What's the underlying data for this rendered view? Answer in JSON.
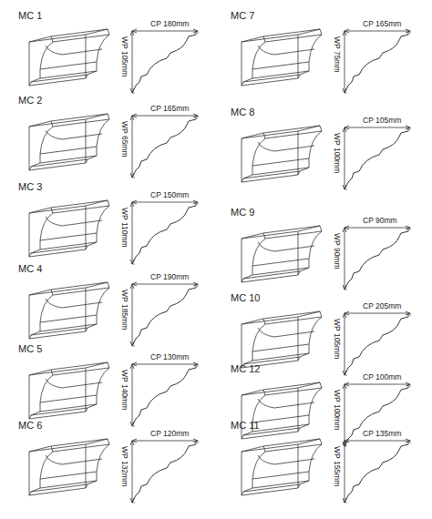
{
  "diagram": {
    "labels": [
      "MC 1",
      "CP 180mm",
      "WP 105mm",
      "MC 7",
      "CP 165mm",
      "WP 75mm",
      "MC 2",
      "CP 165mm",
      "WP 65mm",
      "MC 8",
      "CP 105mm",
      "WP 100mm",
      "MC 3",
      "CP 150mm",
      "WP 110mm",
      "MC 9",
      "CP 90mm",
      "WP 90mm",
      "MC 4",
      "CP 190mm",
      "WP 185mm",
      "MC 10",
      "CP 205mm",
      "WP 105mm",
      "MC 5",
      "CP 130mm",
      "WP 140mm",
      "MC 12",
      "CP 100mm",
      "WP 100mm",
      "MC 6",
      "CP 120mm",
      "WP 132mm",
      "MC 11",
      "CP 135mm",
      "WP 155mm"
    ]
  }
}
